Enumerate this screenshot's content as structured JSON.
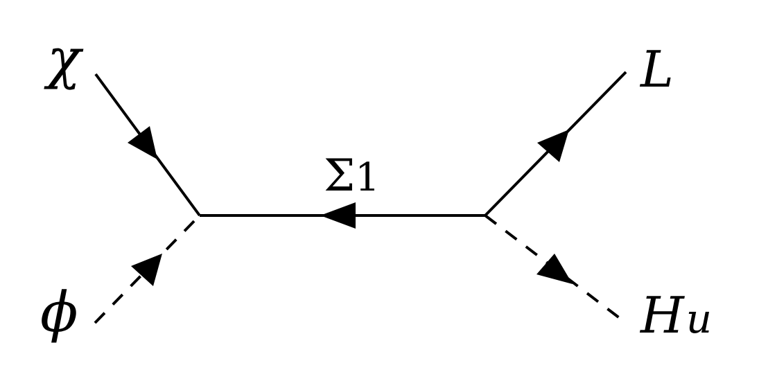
{
  "diagram": {
    "labels": {
      "chi": "χ",
      "phi": "ϕ",
      "sigma": "Σ",
      "sigma_subscript": "1",
      "lepton": "L",
      "higgs": "H",
      "higgs_subscript": "u"
    },
    "colors": {
      "line": "#000000",
      "background": "#ffffff"
    }
  }
}
